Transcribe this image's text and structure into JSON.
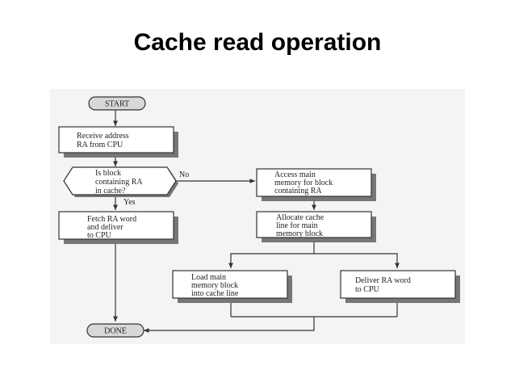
{
  "slide": {
    "title": "Cache read operation"
  },
  "flowchart": {
    "start": "START",
    "receive": [
      "Receive address",
      "RA from CPU"
    ],
    "decision": [
      "Is block",
      "containing RA",
      "in cache?"
    ],
    "no_label": "No",
    "yes_label": "Yes",
    "fetch": [
      "Fetch RA word",
      "and deliver",
      "to CPU"
    ],
    "access": [
      "Access main",
      "memory for block",
      "containing RA"
    ],
    "allocate": [
      "Allocate cache",
      "line for main",
      "memory block"
    ],
    "load": [
      "Load main",
      "memory block",
      "into cache line"
    ],
    "deliver": [
      "Deliver RA word",
      "to CPU"
    ],
    "done": "DONE"
  }
}
